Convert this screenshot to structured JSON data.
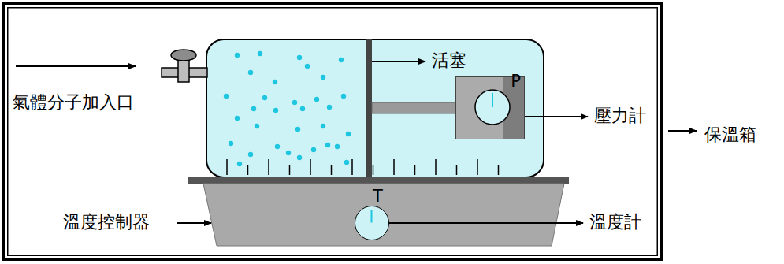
{
  "diagram": {
    "nodes": [
      {
        "text": [
          "保溫箱"
        ]
      },
      {
        "text": [
          "P"
        ],
        "in": 0
      },
      {
        "text": [
          "T"
        ],
        "in": 0
      }
    ],
    "labels": [
      "氣體分子加入口",
      "活塞",
      "壓力計",
      "溫度控制器",
      "溫度計"
    ]
  }
}
